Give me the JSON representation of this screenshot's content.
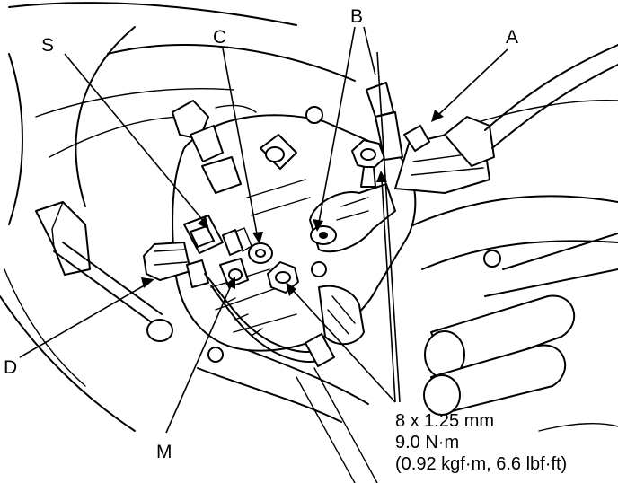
{
  "labels": {
    "a": "A",
    "b": "B",
    "c": "C",
    "s": "S",
    "d": "D",
    "m": "M"
  },
  "spec": {
    "line1": "8 x 1.25 mm",
    "line2": "9.0 N·m",
    "line3": "(0.92 kgf·m, 6.6 lbf·ft)"
  }
}
